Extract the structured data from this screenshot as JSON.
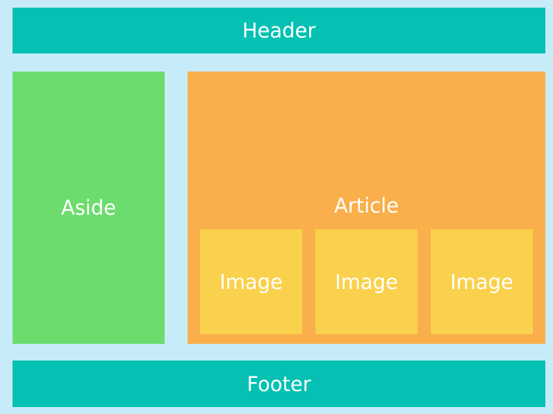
{
  "colors": {
    "background": "#c8ebf9",
    "header": "#04c1b3",
    "footer": "#04c1b3",
    "aside": "#6ddc6e",
    "article": "#f9af4b",
    "image": "#fad14c",
    "text": "#ffffff"
  },
  "header": {
    "label": "Header"
  },
  "aside": {
    "label": "Aside"
  },
  "article": {
    "label": "Article",
    "images": [
      {
        "label": "Image"
      },
      {
        "label": "Image"
      },
      {
        "label": "Image"
      }
    ]
  },
  "footer": {
    "label": "Footer"
  }
}
